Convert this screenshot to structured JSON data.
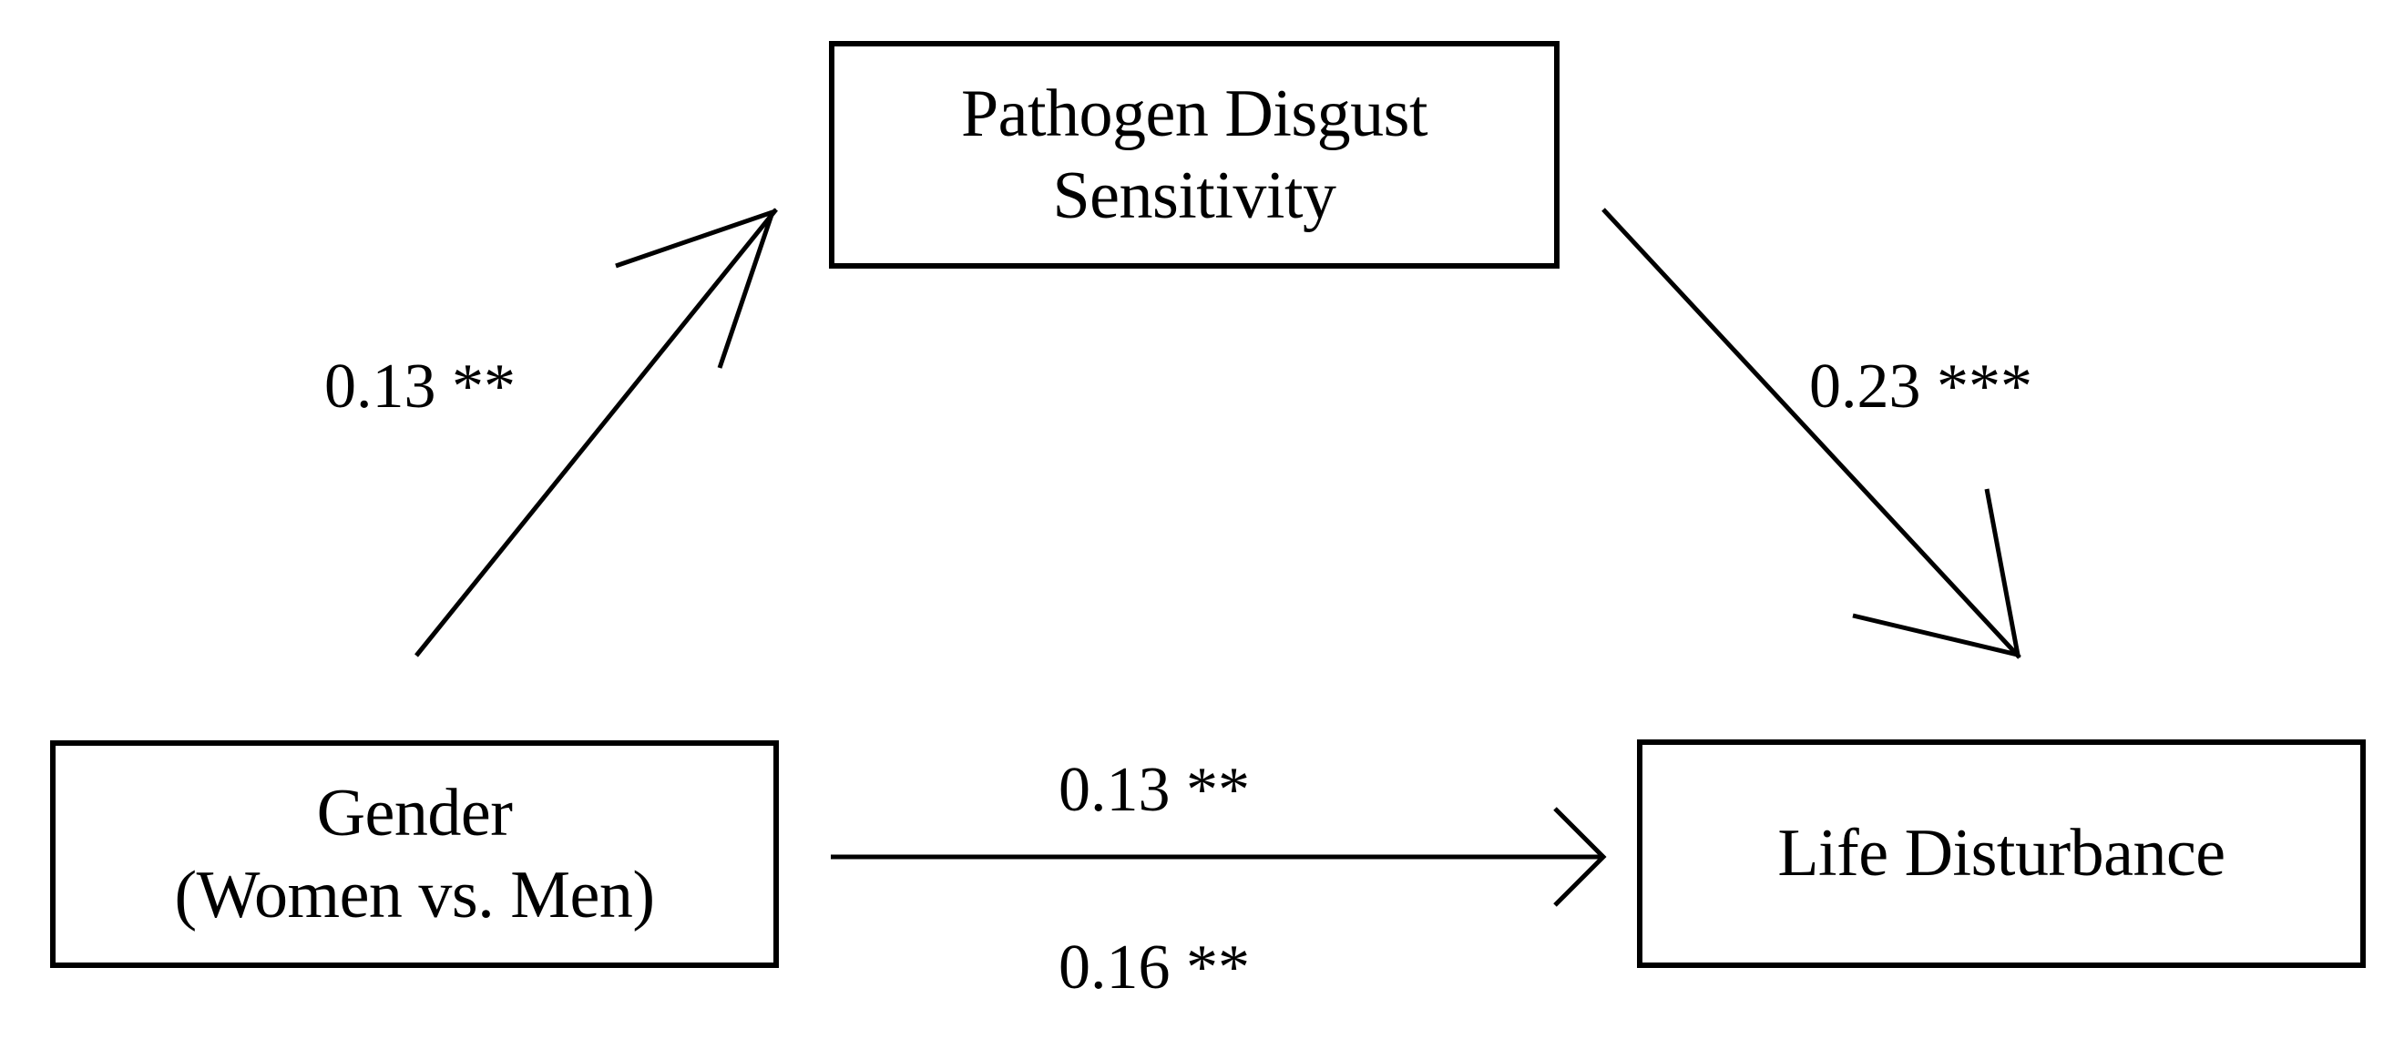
{
  "diagram": {
    "type": "mediation-path-model",
    "nodes": [
      {
        "id": "mediator",
        "lines": [
          "Pathogen Disgust",
          "Sensitivity"
        ]
      },
      {
        "id": "predictor",
        "lines": [
          "Gender",
          "(Women vs. Men)"
        ]
      },
      {
        "id": "outcome",
        "lines": [
          "Life Disturbance"
        ]
      }
    ],
    "paths": [
      {
        "id": "a-path",
        "from": "predictor",
        "to": "mediator",
        "label": "0.13 **"
      },
      {
        "id": "b-path",
        "from": "mediator",
        "to": "outcome",
        "label": "0.23 ***"
      },
      {
        "id": "direct-path",
        "from": "predictor",
        "to": "outcome",
        "label": "0.13 **"
      },
      {
        "id": "total-path",
        "from": "predictor",
        "to": "outcome",
        "label": "0.16 **"
      }
    ],
    "colors": {
      "stroke": "#000000",
      "background": "#ffffff",
      "text": "#000000"
    }
  }
}
